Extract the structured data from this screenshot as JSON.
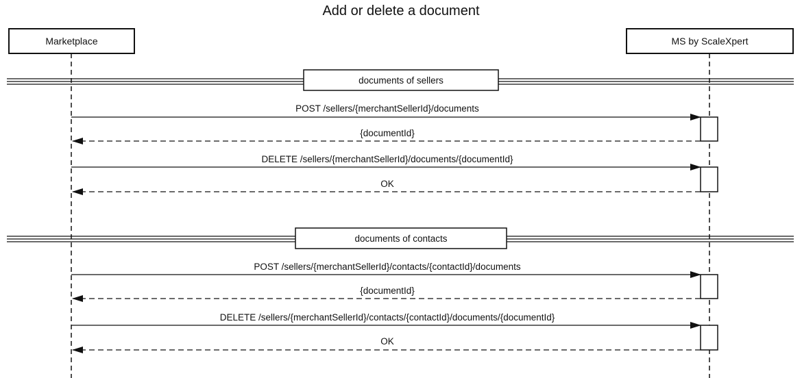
{
  "diagram": {
    "title": "Add or delete a document",
    "participants": [
      {
        "id": "marketplace",
        "label": "Marketplace"
      },
      {
        "id": "ms",
        "label": "MS by ScaleXpert"
      }
    ],
    "sections": [
      {
        "label": "documents of sellers"
      },
      {
        "label": "documents of contacts"
      }
    ],
    "messages": [
      {
        "label": "POST /sellers/{merchantSellerId}/documents",
        "type": "request"
      },
      {
        "label": "{documentId}",
        "type": "response"
      },
      {
        "label": "DELETE /sellers/{merchantSellerId}/documents/{documentId}",
        "type": "request"
      },
      {
        "label": "OK",
        "type": "response"
      },
      {
        "label": "POST /sellers/{merchantSellerId}/contacts/{contactId}/documents",
        "type": "request"
      },
      {
        "label": "{documentId}",
        "type": "response"
      },
      {
        "label": "DELETE /sellers/{merchantSellerId}/contacts/{contactId}/documents/{documentId}",
        "type": "request"
      },
      {
        "label": "OK",
        "type": "response"
      }
    ]
  }
}
